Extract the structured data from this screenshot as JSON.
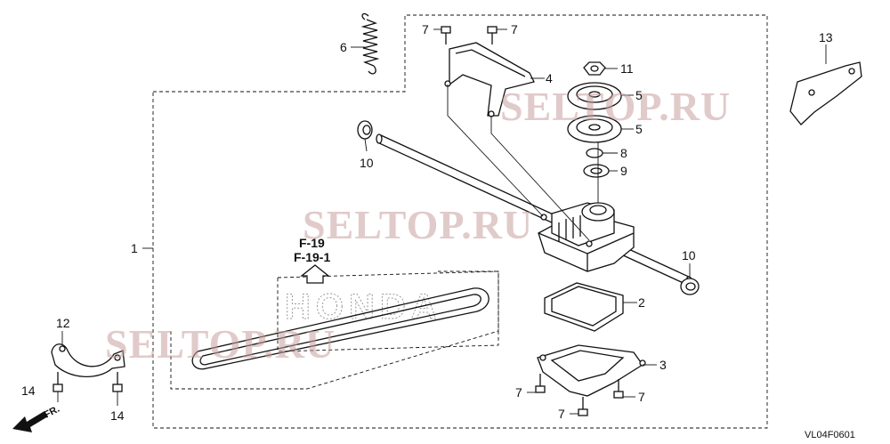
{
  "watermark": "SELTOP.RU",
  "reference": {
    "primary": "F-19",
    "secondary": "F-19-1"
  },
  "diagram_code": "VL04F0601",
  "direction_label": "FR.",
  "callouts": [
    {
      "id": "c1",
      "label": "1"
    },
    {
      "id": "c2",
      "label": "2"
    },
    {
      "id": "c3",
      "label": "3"
    },
    {
      "id": "c4",
      "label": "4"
    },
    {
      "id": "c5a",
      "label": "5"
    },
    {
      "id": "c5b",
      "label": "5"
    },
    {
      "id": "c6",
      "label": "6"
    },
    {
      "id": "c7a",
      "label": "7"
    },
    {
      "id": "c7b",
      "label": "7"
    },
    {
      "id": "c7c",
      "label": "7"
    },
    {
      "id": "c7d",
      "label": "7"
    },
    {
      "id": "c7e",
      "label": "7"
    },
    {
      "id": "c8",
      "label": "8"
    },
    {
      "id": "c9",
      "label": "9"
    },
    {
      "id": "c10a",
      "label": "10"
    },
    {
      "id": "c10b",
      "label": "10"
    },
    {
      "id": "c11",
      "label": "11"
    },
    {
      "id": "c12",
      "label": "12"
    },
    {
      "id": "c13",
      "label": "13"
    },
    {
      "id": "c14a",
      "label": "14"
    },
    {
      "id": "c14b",
      "label": "14"
    }
  ]
}
